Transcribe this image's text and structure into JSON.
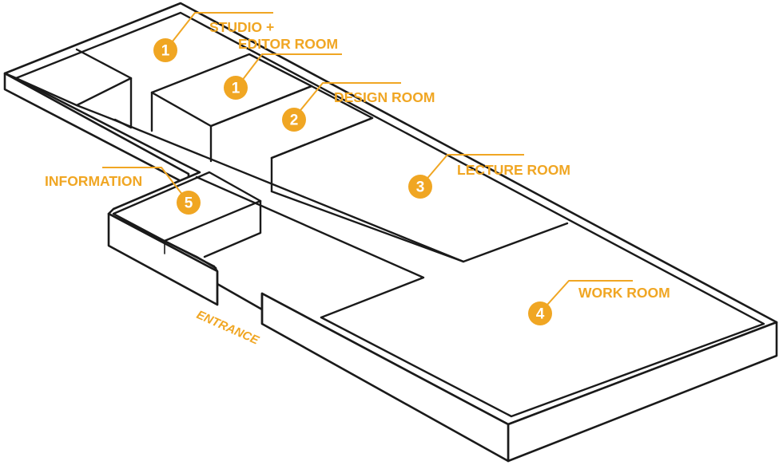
{
  "diagram": {
    "accent_color": "#f0a623",
    "outline_color": "#1a1a1a",
    "entrance_label": "ENTRANCE",
    "rooms": [
      {
        "id": "studio",
        "number": "1",
        "label_lines": [
          "STUDIO +",
          "EDITOR ROOM"
        ]
      },
      {
        "id": "editor",
        "number": "1"
      },
      {
        "id": "design",
        "number": "2",
        "label_lines": [
          "DESIGN ROOM"
        ]
      },
      {
        "id": "lecture",
        "number": "3",
        "label_lines": [
          "LECTURE ROOM"
        ]
      },
      {
        "id": "work",
        "number": "4",
        "label_lines": [
          "WORK ROOM"
        ]
      },
      {
        "id": "information",
        "number": "5",
        "label_lines": [
          "INFORMATION"
        ]
      }
    ]
  }
}
